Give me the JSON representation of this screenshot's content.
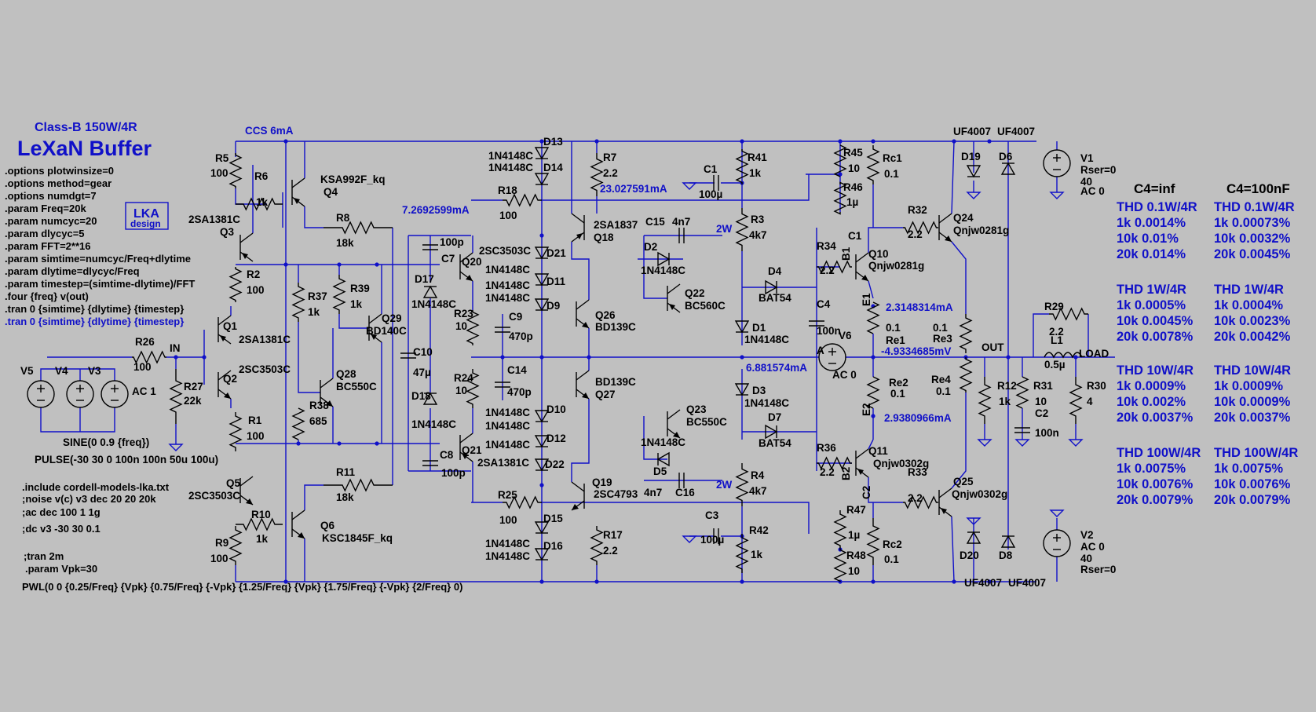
{
  "title": {
    "subtitle": "Class-B 150W/4R",
    "name": "LeXaN Buffer",
    "logo_line1": "LKA",
    "logo_line2": "design"
  },
  "directives": [
    ".options plotwinsize=0",
    ".options method=gear",
    ".options numdgt=7",
    ".param Freq=20k",
    ".param numcyc=20",
    ".param dlycyc=5",
    ".param FFT=2**16",
    ".param simtime=numcyc/Freq+dlytime",
    ".param dlytime=dlycyc/Freq",
    ".param timestep=(simtime-dlytime)/FFT",
    ".four {freq} v(out)",
    ".tran 0 {simtime} {dlytime} {timestep}",
    ".tran 0 {simtime} {dlytime} {timestep}"
  ],
  "directives2": [
    ".include cordell-models-lka.txt",
    ";noise v(c) v3 dec 20 20 20k",
    ";ac dec 100 1 1g",
    ";dc v3 -30 30 0.1"
  ],
  "directives3": [
    ";tran 2m",
    ".param Vpk=30"
  ],
  "pwl": "PWL(0 0 {0.25/Freq} {Vpk} {0.75/Freq} {-Vpk} {1.25/Freq} {Vpk} {1.75/Freq} {-Vpk} {2/Freq} 0)",
  "sources": {
    "v5": "V5",
    "v4": "V4",
    "v3": "V3",
    "ac": "AC 1",
    "sine": "SINE(0 0.9 {freq})",
    "pulse": "PULSE(-30 30 0 100n 100n 50u 100u)"
  },
  "components": {
    "ccs": "CCS 6mA",
    "r5": "R5",
    "r5v": "100",
    "r6": "R6",
    "r6v": "1k",
    "q4": "Q4",
    "q4m": "KSA992F_kq",
    "r8": "R8",
    "r8v": "18k",
    "q3": "Q3",
    "q3m": "2SA1381C",
    "r2": "R2",
    "r2v": "100",
    "q1": "Q1",
    "q1m": "2SA1381C",
    "r26": "R26",
    "r26v": "100",
    "in": "IN",
    "q2": "Q2",
    "q2m": "2SC3503C",
    "r27": "R27",
    "r27v": "22k",
    "r1": "R1",
    "r1v": "100",
    "q5": "Q5",
    "q5m": "2SC3503C",
    "r10": "R10",
    "r10v": "1k",
    "r9": "R9",
    "r9v": "100",
    "q6": "Q6",
    "q6m": "KSC1845F_kq",
    "r11": "R11",
    "r11v": "18k",
    "r37": "R37",
    "r37v": "1k",
    "r39": "R39",
    "r39v": "1k",
    "q29": "Q29",
    "q29m": "BD140C",
    "q28": "Q28",
    "q28m": "BC550C",
    "r38": "R38",
    "r38v": "685",
    "c10": "C10",
    "c10v": "47µ",
    "d17": "D17",
    "d17m": "1N4148C",
    "d18": "D18",
    "d18m": "1N4148C",
    "c7": "C7",
    "c7v": "100p",
    "q20": "Q20",
    "q20m": "2SC3503C",
    "c8": "C8",
    "c8v": "100p",
    "q21": "Q21",
    "q21m": "2SA1381C",
    "r23": "R23",
    "r23v": "10",
    "r24": "R24",
    "r24v": "10",
    "c9": "C9",
    "c9v": "470p",
    "c14": "C14",
    "c14v": "470p",
    "r18": "R18",
    "r18v": "100",
    "i1": "7.2692599mA",
    "r25": "R25",
    "r25v": "100",
    "d13": "D13",
    "d14": "D14",
    "d21": "D21",
    "d11": "D11",
    "d9": "D9",
    "d10": "D10",
    "d12": "D12",
    "d22": "D22",
    "d15": "D15",
    "d16": "D16",
    "dm": "1N4148C",
    "r7": "R7",
    "r7v": "2.2",
    "i2": "23.027591mA",
    "q18": "Q18",
    "q18m": "2SA1837",
    "q26": "Q26",
    "q26m": "BD139C",
    "q27": "Q27",
    "q27m": "BD139C",
    "q19": "Q19",
    "q19m": "2SC4793",
    "r17": "R17",
    "r17v": "2.2",
    "c15": "C15",
    "c15v": "4n7",
    "d2": "D2",
    "d2m": "1N4148C",
    "q22": "Q22",
    "q22m": "BC560C",
    "q23": "Q23",
    "q23m": "BC550C",
    "d5": "D5",
    "d5m": "1N4148C",
    "c16": "C16",
    "c16v": "4n7",
    "c1": "C1",
    "c1v": "100µ",
    "r41": "R41",
    "r41v": "1k",
    "r3": "R3",
    "r3v": "4k7",
    "w2a": "2W",
    "d4": "D4",
    "d4m": "BAT54",
    "d1": "D1",
    "d1m": "1N4148C",
    "i3": "6.881574mA",
    "d3": "D3",
    "d3m": "1N4148C",
    "d7": "D7",
    "d7m": "BAT54",
    "r4": "R4",
    "r4v": "4k7",
    "w2b": "2W",
    "c3": "C3",
    "c3v": "100µ",
    "r42": "R42",
    "r42v": "1k",
    "r45": "R45",
    "r45v": "10",
    "r46": "R46",
    "r46v": "1µ",
    "rc1": "Rc1",
    "rc1v": "0.1",
    "r34": "R34",
    "r34v": "2.2",
    "b1": "B1",
    "c1n": "C1",
    "q10": "Q10",
    "q10m": "Qnjw0281g",
    "e1": "E1",
    "i4": "2.3148314mA",
    "c4": "C4",
    "c4v": "100n",
    "v6": "V6",
    "v6v": "AC 0",
    "a": "A",
    "re1": "0.1",
    "re1n": "Re1",
    "vr": "-4.9334685mV",
    "re2": "Re2",
    "re2v": "0.1",
    "e2": "E2",
    "i5": "2.9380966mA",
    "r36": "R36",
    "r36v": "2.2",
    "b2": "B2",
    "q11": "Q11",
    "q11m": "Qnjw0302g",
    "c2n": "C2",
    "r47": "R47",
    "r47v": "1µ",
    "r48": "R48",
    "r48v": "10",
    "rc2": "Rc2",
    "rc2v": "0.1",
    "r32": "R32",
    "r32v": "2.2",
    "q24": "Q24",
    "q24m": "Qnjw0281g",
    "re3v": "0.1",
    "re3": "Re3",
    "re4": "Re4",
    "re4v": "0.1",
    "r33": "R33",
    "r33v": "2.2",
    "q25": "Q25",
    "q25m": "Qnjw0302g",
    "uf1": "UF4007",
    "uf2": "UF4007",
    "uf3": "UF4007",
    "uf4": "UF4007",
    "d19": "D19",
    "d6": "D6",
    "d20": "D20",
    "d8": "D8",
    "out": "OUT",
    "r12": "R12",
    "r12v": "1k",
    "r31": "R31",
    "r31v": "10",
    "c2": "C2",
    "c2v": "100n",
    "r29": "R29",
    "r29v": "2.2",
    "l1": "L1",
    "l1v": "0.5µ",
    "load": "LOAD",
    "r30": "R30",
    "r30v": "4",
    "v1": "V1",
    "v1r": "Rser=0",
    "v1v": "40",
    "v1ac": "AC 0",
    "v2": "V2",
    "v2ac": "AC 0",
    "v2v": "40",
    "v2r": "Rser=0"
  },
  "thd": {
    "col1": {
      "header": "C4=inf",
      "blocks": [
        {
          "h": "THD 0.1W/4R",
          "r": [
            "1k  0.0014%",
            "10k  0.01%",
            "20k  0.014%"
          ]
        },
        {
          "h": "THD 1W/4R",
          "r": [
            "1k  0.0005%",
            "10k  0.0045%",
            "20k  0.0078%"
          ]
        },
        {
          "h": "THD 10W/4R",
          "r": [
            "1k  0.0009%",
            "10k  0.002%",
            "20k  0.0037%"
          ]
        },
        {
          "h": "THD 100W/4R",
          "r": [
            "1k  0.0075%",
            "10k  0.0076%",
            "20k  0.0079%"
          ]
        }
      ]
    },
    "col2": {
      "header": "C4=100nF",
      "blocks": [
        {
          "h": "THD 0.1W/4R",
          "r": [
            "1k  0.00073%",
            "10k  0.0032%",
            "20k  0.0045%"
          ]
        },
        {
          "h": "THD 1W/4R",
          "r": [
            "1k  0.0004%",
            "10k  0.0023%",
            "20k  0.0042%"
          ]
        },
        {
          "h": "THD 10W/4R",
          "r": [
            "1k  0.0009%",
            "10k  0.0009%",
            "20k  0.0037%"
          ]
        },
        {
          "h": "THD 100W/4R",
          "r": [
            "1k  0.0075%",
            "10k  0.0076%",
            "20k  0.0079%"
          ]
        }
      ]
    }
  },
  "colors": {
    "background": "#c0c0c0",
    "wire": "#1010c8",
    "component": "#000000"
  }
}
